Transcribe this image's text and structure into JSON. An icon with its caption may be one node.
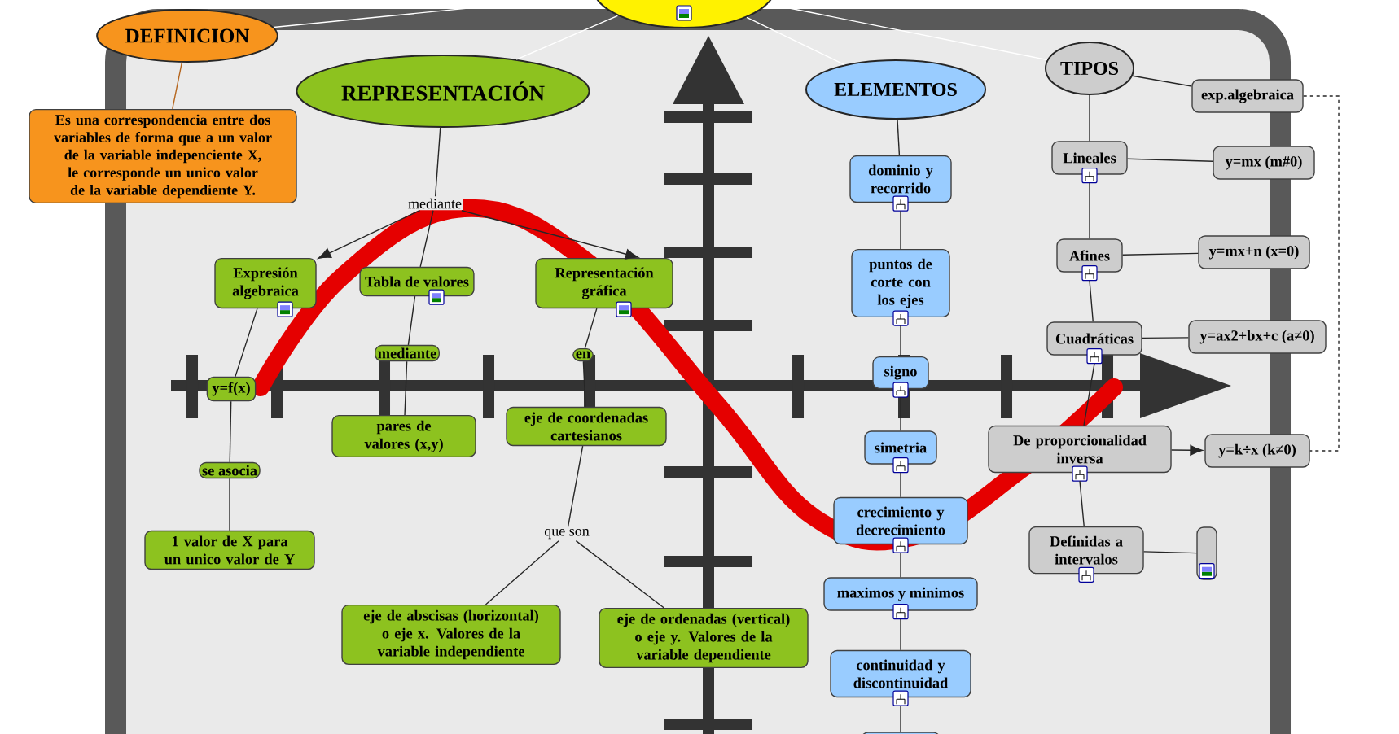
{
  "diagram": {
    "nodes": [
      {
        "text": [],
        "shape": "ellipse"
      },
      {
        "text": [
          "DEFINICION"
        ]
      },
      {
        "text": [
          "Es una correspondencia entre dos variables de forma que a un valor de la variable indepenciente X, le corresponde un unico valor de la variable dependiente Y."
        ]
      },
      {
        "text": [
          "REPRESENTACIÓN"
        ]
      },
      {
        "text": [
          "mediante"
        ]
      },
      {
        "text": [
          "Expresión algebraica"
        ]
      },
      {
        "text": [
          "Tabla de valores"
        ]
      },
      {
        "text": [
          "Representación gráfica"
        ]
      },
      {
        "text": [
          "mediante"
        ]
      },
      {
        "text": [
          "en"
        ]
      },
      {
        "text": [
          "y=f(x)"
        ]
      },
      {
        "text": [
          "pares de valores (x,y)"
        ]
      },
      {
        "text": [
          "eje de coordenadas cartesianos"
        ]
      },
      {
        "text": [
          "se asocia"
        ]
      },
      {
        "text": [
          "1 valor de X para un unico valor de Y"
        ]
      },
      {
        "text": [
          "que son"
        ]
      },
      {
        "text": [
          "eje de abscisas (horizontal) o eje x. Valores de la variable independiente"
        ]
      },
      {
        "text": [
          "eje de ordenadas (vertical) o eje y. Valores de la variable dependiente"
        ]
      },
      {
        "text": [
          "ELEMENTOS"
        ]
      },
      {
        "text": [
          "dominio y recorrido"
        ]
      },
      {
        "text": [
          "puntos de corte con los ejes"
        ]
      },
      {
        "text": [
          "signo"
        ]
      },
      {
        "text": [
          "simetria"
        ]
      },
      {
        "text": [
          "crecimiento y decrecimiento"
        ]
      },
      {
        "text": [
          "maximos y minimos"
        ]
      },
      {
        "text": [
          "continuidad y discontinuidad"
        ]
      },
      {
        "text": [],
        "shape": "box"
      },
      {
        "text": [
          "TIPOS"
        ]
      },
      {
        "text": [
          "exp.algebraica"
        ]
      },
      {
        "text": [
          "Lineales"
        ]
      },
      {
        "text": [
          "y=mx  (m#0)"
        ]
      },
      {
        "text": [
          "Afines"
        ]
      },
      {
        "text": [
          "y=mx+n  (x=0)"
        ]
      },
      {
        "text": [
          "Cuadráticas"
        ]
      },
      {
        "text": [
          "y=ax2+bx+c  (a≠0)"
        ]
      },
      {
        "text": [
          "De proporcionalidad inversa"
        ]
      },
      {
        "text": [
          "y=k÷x  (k≠0)"
        ]
      },
      {
        "text": [
          "Definidas a intervalos"
        ]
      },
      {
        "text": [],
        "shape": "box"
      }
    ],
    "edges": [
      {
        "from": 0,
        "to": 1,
        "arrow": "none",
        "color": "#ffffff"
      },
      {
        "from": 0,
        "to": 3,
        "arrow": "none",
        "color": "#ffffff"
      },
      {
        "from": 0,
        "to": 18,
        "arrow": "none",
        "color": "#ffffff"
      },
      {
        "from": 0,
        "to": 27,
        "arrow": "none",
        "color": "#ffffff"
      },
      {
        "from": 1,
        "to": 2,
        "arrow": "none",
        "color": "#b5651d"
      },
      {
        "from": 3,
        "to": 4,
        "arrow": "none"
      },
      {
        "from": 4,
        "to": 5,
        "arrow": "to"
      },
      {
        "from": 4,
        "to": 6,
        "arrow": "none"
      },
      {
        "from": 4,
        "to": 7,
        "arrow": "to"
      },
      {
        "from": 5,
        "to": 10,
        "arrow": "none"
      },
      {
        "from": 6,
        "to": 8,
        "arrow": "none"
      },
      {
        "from": 8,
        "to": 11,
        "arrow": "none"
      },
      {
        "from": 7,
        "to": 9,
        "arrow": "none"
      },
      {
        "from": 9,
        "to": 12,
        "arrow": "none"
      },
      {
        "from": 10,
        "to": 13,
        "arrow": "none"
      },
      {
        "from": 13,
        "to": 14,
        "arrow": "none"
      },
      {
        "from": 12,
        "to": 15,
        "arrow": "none"
      },
      {
        "from": 15,
        "to": 16,
        "arrow": "none"
      },
      {
        "from": 15,
        "to": 17,
        "arrow": "none"
      },
      {
        "from": 18,
        "to": 19,
        "arrow": "none"
      },
      {
        "from": 19,
        "to": 20,
        "arrow": "none"
      },
      {
        "from": 20,
        "to": 21,
        "arrow": "none"
      },
      {
        "from": 21,
        "to": 22,
        "arrow": "none"
      },
      {
        "from": 22,
        "to": 23,
        "arrow": "none"
      },
      {
        "from": 23,
        "to": 24,
        "arrow": "none"
      },
      {
        "from": 24,
        "to": 25,
        "arrow": "none"
      },
      {
        "from": 25,
        "to": 26,
        "arrow": "none"
      },
      {
        "from": 27,
        "to": 28,
        "arrow": "none"
      },
      {
        "from": 27,
        "to": 29,
        "arrow": "none"
      },
      {
        "from": 29,
        "to": 30,
        "arrow": "none"
      },
      {
        "from": 29,
        "to": 31,
        "arrow": "none"
      },
      {
        "from": 31,
        "to": 32,
        "arrow": "none"
      },
      {
        "from": 31,
        "to": 33,
        "arrow": "none"
      },
      {
        "from": 33,
        "to": 34,
        "arrow": "none"
      },
      {
        "from": 33,
        "to": 35,
        "arrow": "none"
      },
      {
        "from": 35,
        "to": 36,
        "arrow": "to"
      },
      {
        "from": 35,
        "to": 37,
        "arrow": "none"
      },
      {
        "from": 37,
        "to": 38,
        "arrow": "none"
      },
      {
        "from": 28,
        "to": 36,
        "arrow": "none",
        "style": "dashed"
      }
    ]
  }
}
